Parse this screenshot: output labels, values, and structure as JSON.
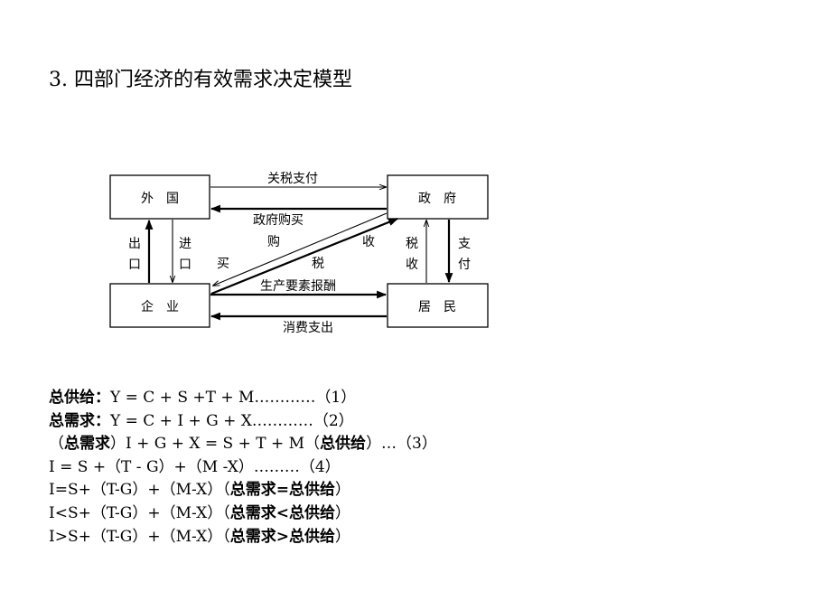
{
  "title": "3. 四部门经济的有效需求决定模型",
  "diagram": {
    "nodes": {
      "foreign": "外　国",
      "government": "政　府",
      "firms": "企　业",
      "households": "居　民"
    },
    "flows": {
      "tariff_payment": "关税支付",
      "gov_purchase": "政府购买",
      "purchase_1": "购",
      "purchase_2": "买",
      "tax_collect_1": "收",
      "tax_collect_2": "税",
      "household_tax_1": "税",
      "household_tax_2": "收",
      "transfer_1": "支",
      "transfer_2": "付",
      "export_1": "出",
      "export_2": "口",
      "import_1": "进",
      "import_2": "口",
      "factor_payment": "生产要素报酬",
      "consumption": "消费支出"
    }
  },
  "formulas": [
    {
      "bold": "总供给：",
      "text": "Y = C + S +T + M…………（1）"
    },
    {
      "bold": "总需求：",
      "text": "Y = C + I + G + X…………（2）"
    },
    {
      "p1": "（",
      "b1": "总需求",
      "p2": "）I + G + X = S + T + M（",
      "b2": "总供给",
      "p3": "）…（3）"
    },
    {
      "text": "I = S +（T - G）+（M -X）………（4）"
    },
    {
      "text": "I=S+（T-G）+（M-X）（",
      "b1": "总需求",
      "m": "=",
      "b2": "总供给",
      "p": "）"
    },
    {
      "text": "I<S+（T-G）+（M-X）（",
      "b1": "总需求",
      "m": "<",
      "b2": "总供给",
      "p": "）"
    },
    {
      "text": "I>S+（T-G）+（M-X）（",
      "b1": "总需求",
      "m": ">",
      "b2": "总供给",
      "p": "）"
    }
  ]
}
